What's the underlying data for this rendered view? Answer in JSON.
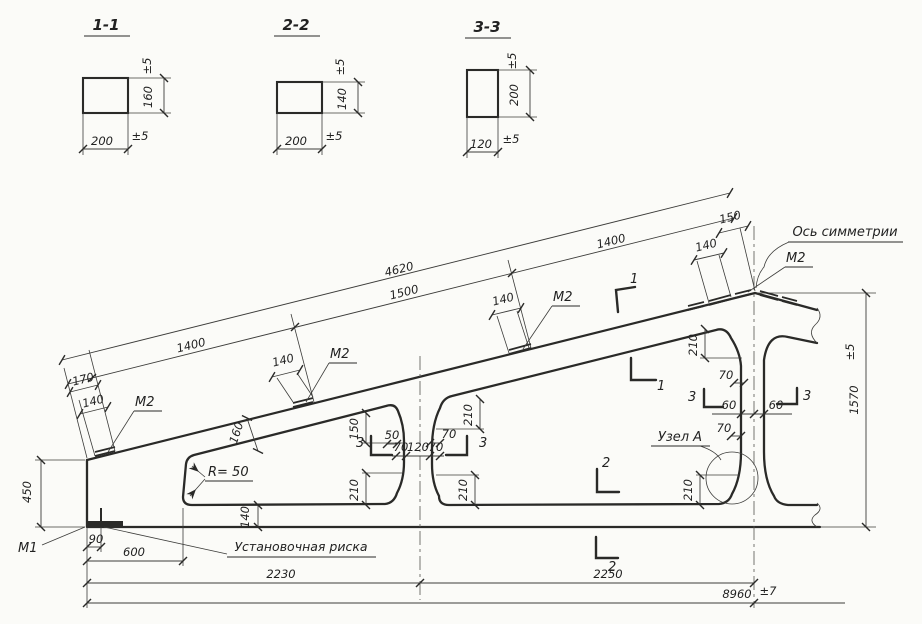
{
  "drawing": {
    "kind": "structural concrete gable half-beam elevation with cross sections",
    "ink_color": "#2a2a28",
    "paper_color": "#fbfbf8"
  },
  "sections": [
    {
      "title": "1-1",
      "width": "200",
      "height": "160",
      "wtol": "±5",
      "htol": "±5"
    },
    {
      "title": "2-2",
      "width": "200",
      "height": "140",
      "wtol": "±5",
      "htol": "±5"
    },
    {
      "title": "3-3",
      "width": "120",
      "height": "200",
      "wtol": "±5",
      "htol": "±5"
    }
  ],
  "labels": {
    "axis": "Ось симметрии",
    "node": "Узел А",
    "mark": "Установочная риска",
    "m1": "М1",
    "m2": "М2",
    "radius": "R= 50"
  },
  "cuts": {
    "c1": "1",
    "c2": "2",
    "c3": "3"
  },
  "dims": {
    "slope_total": "4620",
    "slope_mid": "1500",
    "slope_left": "1400",
    "slope_right": "1400",
    "end_offset": "170",
    "plate_len": "140",
    "apex_offset": "150",
    "flare_150": "150",
    "chord_thk": "160",
    "end_height": "450",
    "mark_off": "90",
    "end_to_open": "600",
    "half_left": "2230",
    "half_right": "2250",
    "total": "8960",
    "total_tol": "±7",
    "height": "1570",
    "height_tol": "±5",
    "fillet": "210",
    "off70": "70",
    "off50": "50",
    "post_w": "120",
    "post_half": "60",
    "flange": "140"
  }
}
